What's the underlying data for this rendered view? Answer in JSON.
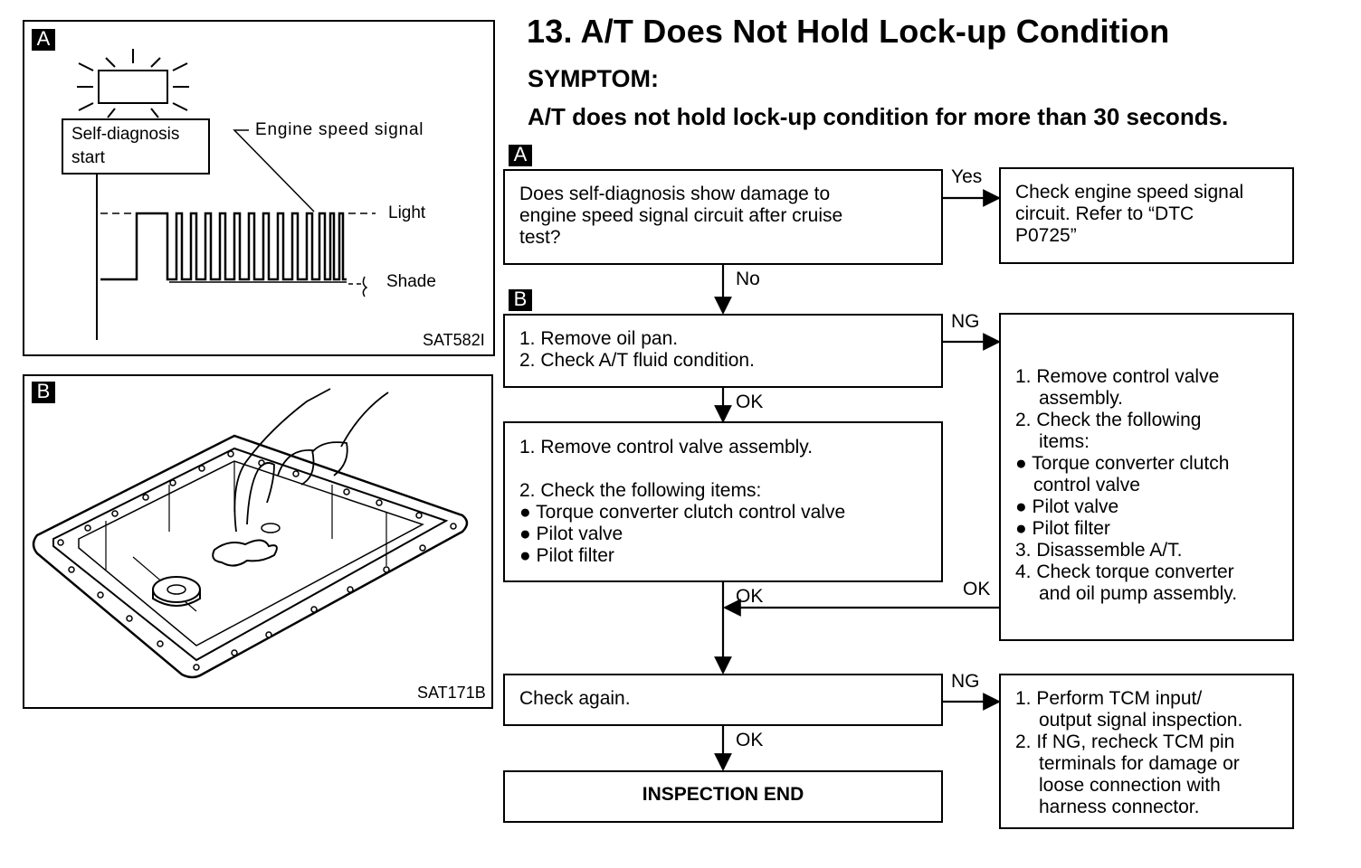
{
  "title": "13. A/T Does Not Hold Lock-up Condition",
  "symptom_heading": "SYMPTOM:",
  "symptom_text": "A/T does not hold lock-up condition for more than 30 seconds.",
  "figure_a": {
    "tag": "A",
    "self_diagnosis_label": [
      "Self-diagnosis",
      "start"
    ],
    "engine_speed_label": "Engine speed signal",
    "light_label": "Light",
    "shade_label": "Shade",
    "code": "SAT582I"
  },
  "figure_b": {
    "tag": "B",
    "code": "SAT171B"
  },
  "flow": {
    "tag_a": "A",
    "tag_b": "B",
    "q1_lines": [
      "Does self-diagnosis show damage to",
      "engine speed signal circuit after cruise",
      "test?"
    ],
    "yes_label": "Yes",
    "yes_box_lines": [
      "Check engine speed signal",
      "circuit. Refer to “DTC",
      "P0725”"
    ],
    "no_label": "No",
    "step_b_lines": [
      "1. Remove oil pan.",
      "2. Check A/T fluid condition."
    ],
    "ng_label_1": "NG",
    "ok_label_1": "OK",
    "step2_line1": "1. Remove control valve assembly.",
    "step2_line2": "2. Check the following items:",
    "step2_bullets": [
      "Torque converter clutch control valve",
      "Pilot valve",
      "Pilot filter"
    ],
    "ng_box": {
      "l1": "1. Remove control valve",
      "l1b": "assembly.",
      "l2": "2. Check the following",
      "l2b": "items:",
      "b1": "Torque converter clutch",
      "b1b": "control valve",
      "b2": "Pilot valve",
      "b3": "Pilot filter",
      "l3": "3. Disassemble A/T.",
      "l4": "4. Check torque converter",
      "l4b": "and oil pump assembly."
    },
    "ok_label_2": "OK",
    "ok_label_3": "OK",
    "check_again": "Check again.",
    "ng_label_2": "NG",
    "tcm_box": {
      "l1": "1. Perform TCM input/",
      "l1b": "output signal inspection.",
      "l2": "2. If NG, recheck TCM pin",
      "l2b": "terminals for damage or",
      "l2c": "loose connection with",
      "l2d": "harness connector."
    },
    "ok_label_4": "OK",
    "end_label": "INSPECTION END"
  }
}
